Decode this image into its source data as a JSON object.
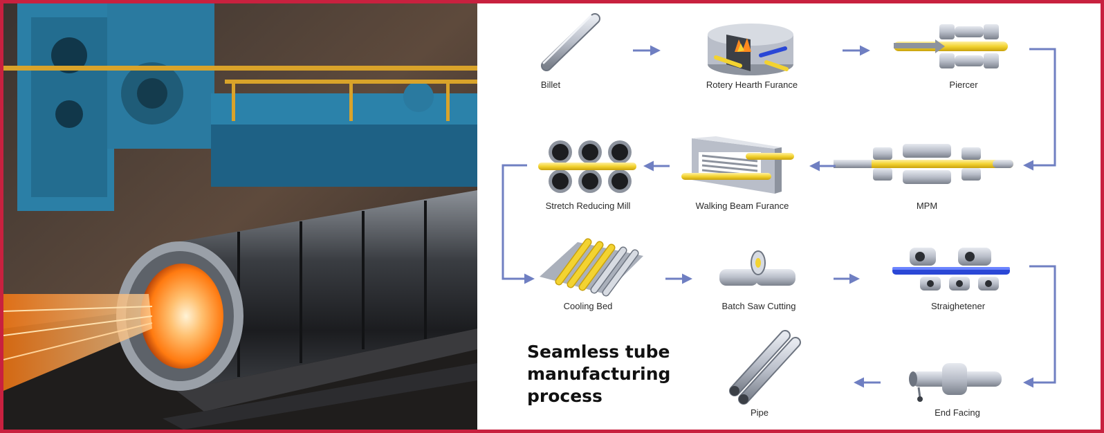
{
  "title_lines": [
    "Seamless tube",
    "manufacturing",
    "process"
  ],
  "steps": [
    {
      "label": "Billet"
    },
    {
      "label": "Rotery Hearth Furance"
    },
    {
      "label": "Piercer"
    },
    {
      "label": "MPM"
    },
    {
      "label": "Walking Beam Furance"
    },
    {
      "label": "Stretch Reducing Mill"
    },
    {
      "label": "Cooling Bed"
    },
    {
      "label": "Batch Saw Cutting"
    },
    {
      "label": "Straighetener"
    },
    {
      "label": "End Facing"
    },
    {
      "label": "Pipe"
    }
  ],
  "colors": {
    "frame": "#c8213f",
    "arrow": "#6f7fc2",
    "steel": "#b9bec9",
    "steel_dark": "#6d7480",
    "yellow": "#f3d331",
    "blue_rod": "#2a47d6",
    "machine_blue": "#2b7fa6",
    "hot_glow": "#ff8a1e"
  }
}
